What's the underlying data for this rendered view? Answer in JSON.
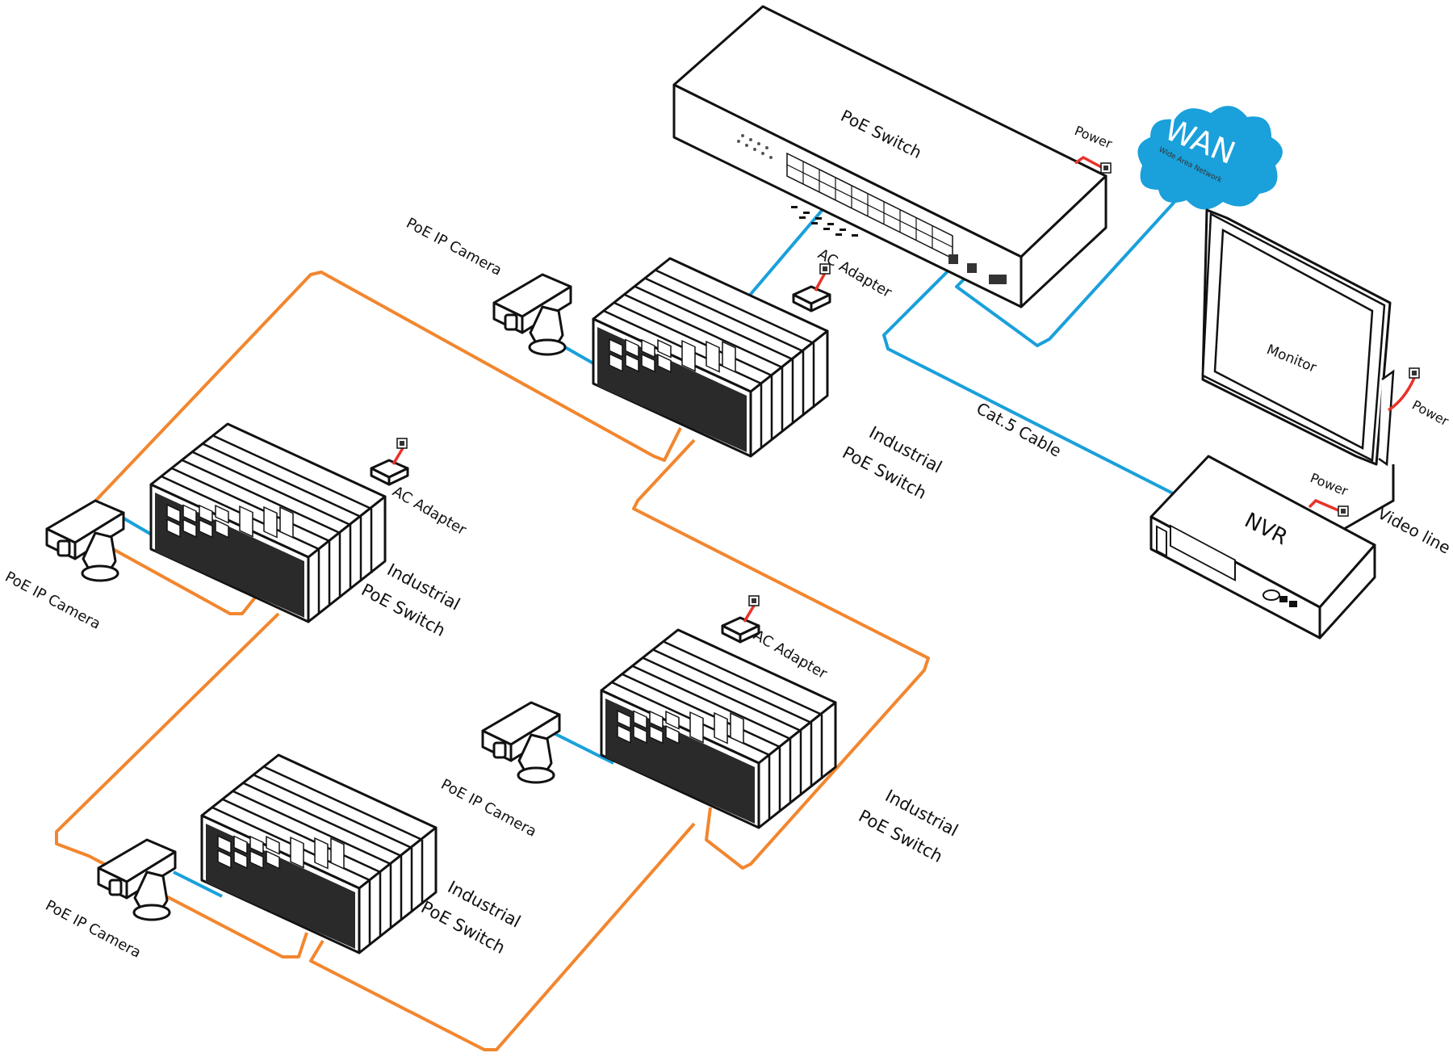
{
  "colors": {
    "ethernet_cable": "#1aa0db",
    "fiber_cable": "#f2862e",
    "power_cable": "#e8322a",
    "wan_cloud": "#1aa0db"
  },
  "labels": {
    "poe_switch": "PoE  Switch",
    "switch_power": "Power",
    "wan_title": "WAN",
    "wan_subtitle": "Wide Area Network",
    "monitor": "Monitor",
    "monitor_power": "Power",
    "nvr": "NVR",
    "nvr_power": "Power",
    "video_line": "Video line",
    "cat5_cable": "Cat.5 Cable",
    "camera_1": "PoE IP Camera",
    "camera_2": "PoE IP Camera",
    "camera_3": "PoE IP Camera",
    "camera_4": "PoE IP Camera",
    "ac_adapter_1": "AC Adapter",
    "ac_adapter_2": "AC Adapter",
    "ac_adapter_3": "AC Adapter",
    "industrial_1_line1": "Industrial",
    "industrial_1_line2": "PoE Switch",
    "industrial_2_line1": "Industrial",
    "industrial_2_line2": "PoE Switch",
    "industrial_3_line1": "Industrial",
    "industrial_3_line2": "PoE Switch",
    "industrial_4_line1": "Industrial",
    "industrial_4_line2": "PoE Switch"
  }
}
